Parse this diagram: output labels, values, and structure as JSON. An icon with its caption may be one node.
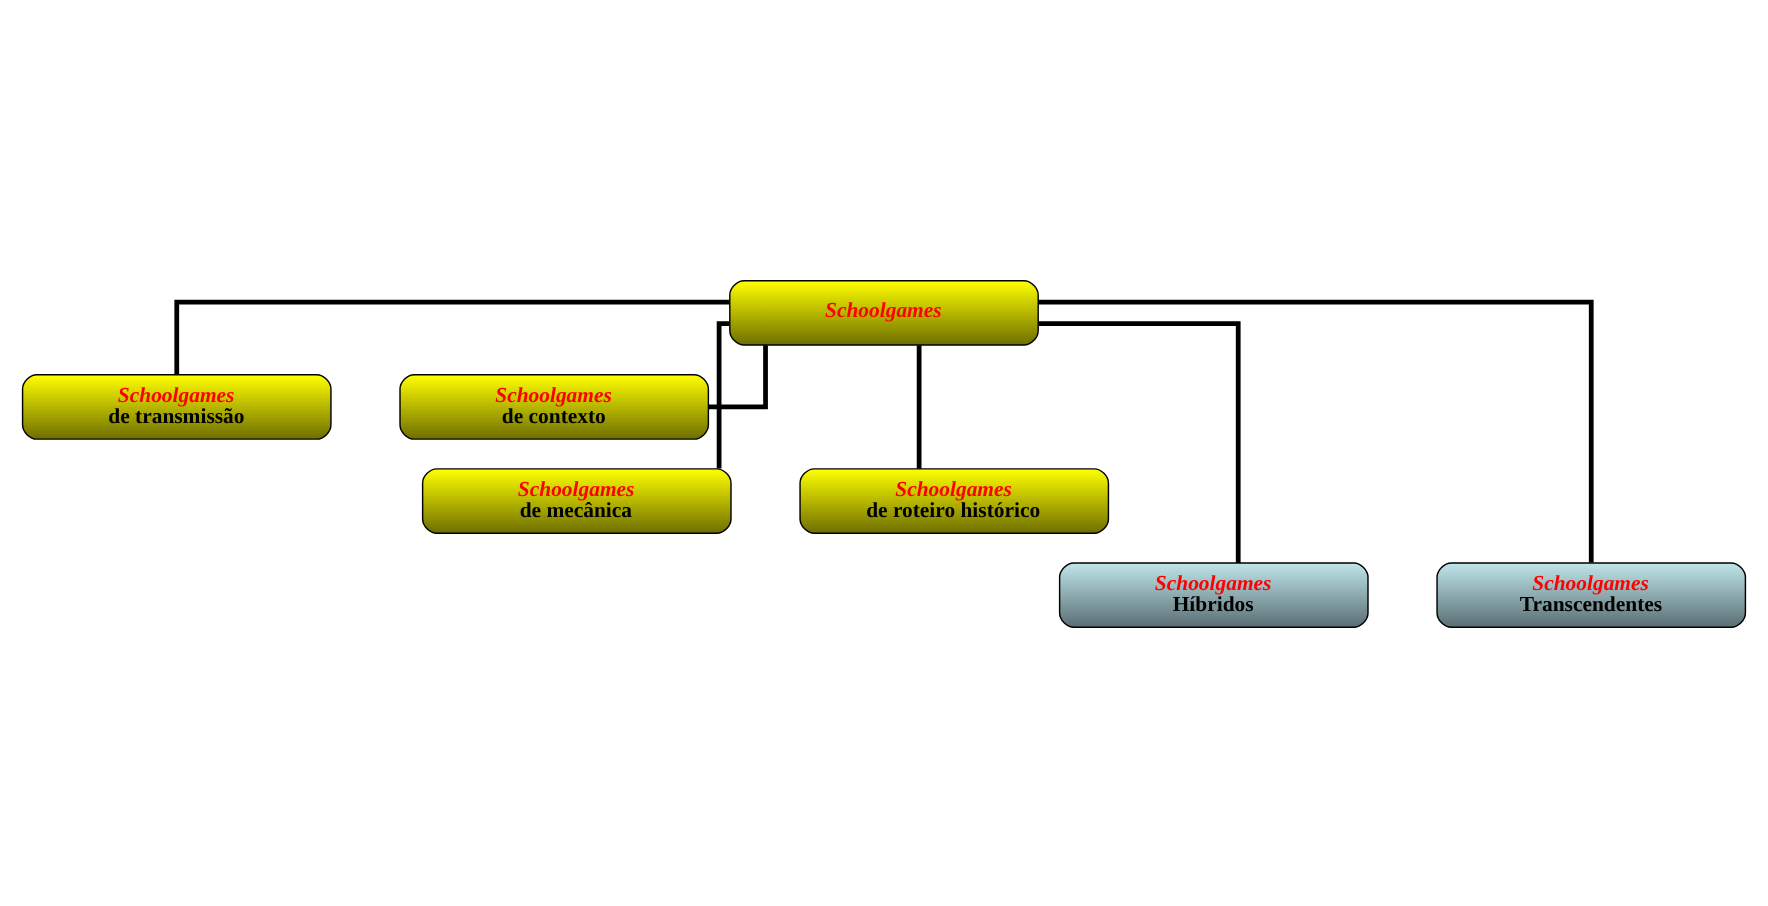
{
  "diagram": {
    "nodes": [
      {
        "text": [
          "Schoolgames"
        ]
      },
      {
        "text": [
          "Schoolgames",
          "de transmissão"
        ]
      },
      {
        "text": [
          "Schoolgames",
          "de contexto"
        ]
      },
      {
        "text": [
          "Schoolgames",
          "de mecânica"
        ]
      },
      {
        "text": [
          "Schoolgames",
          "de roteiro histórico"
        ]
      },
      {
        "text": [
          "Schoolgames",
          "Híbridos"
        ]
      },
      {
        "text": [
          "Schoolgames",
          "Transcendentes"
        ]
      }
    ],
    "edges": [
      {
        "from": 0,
        "to": 1,
        "arrow": "none"
      },
      {
        "from": 0,
        "to": 2,
        "arrow": "none"
      },
      {
        "from": 0,
        "to": 3,
        "arrow": "none"
      },
      {
        "from": 0,
        "to": 4,
        "arrow": "none"
      },
      {
        "from": 0,
        "to": 5,
        "arrow": "none"
      },
      {
        "from": 0,
        "to": 6,
        "arrow": "none"
      }
    ]
  }
}
